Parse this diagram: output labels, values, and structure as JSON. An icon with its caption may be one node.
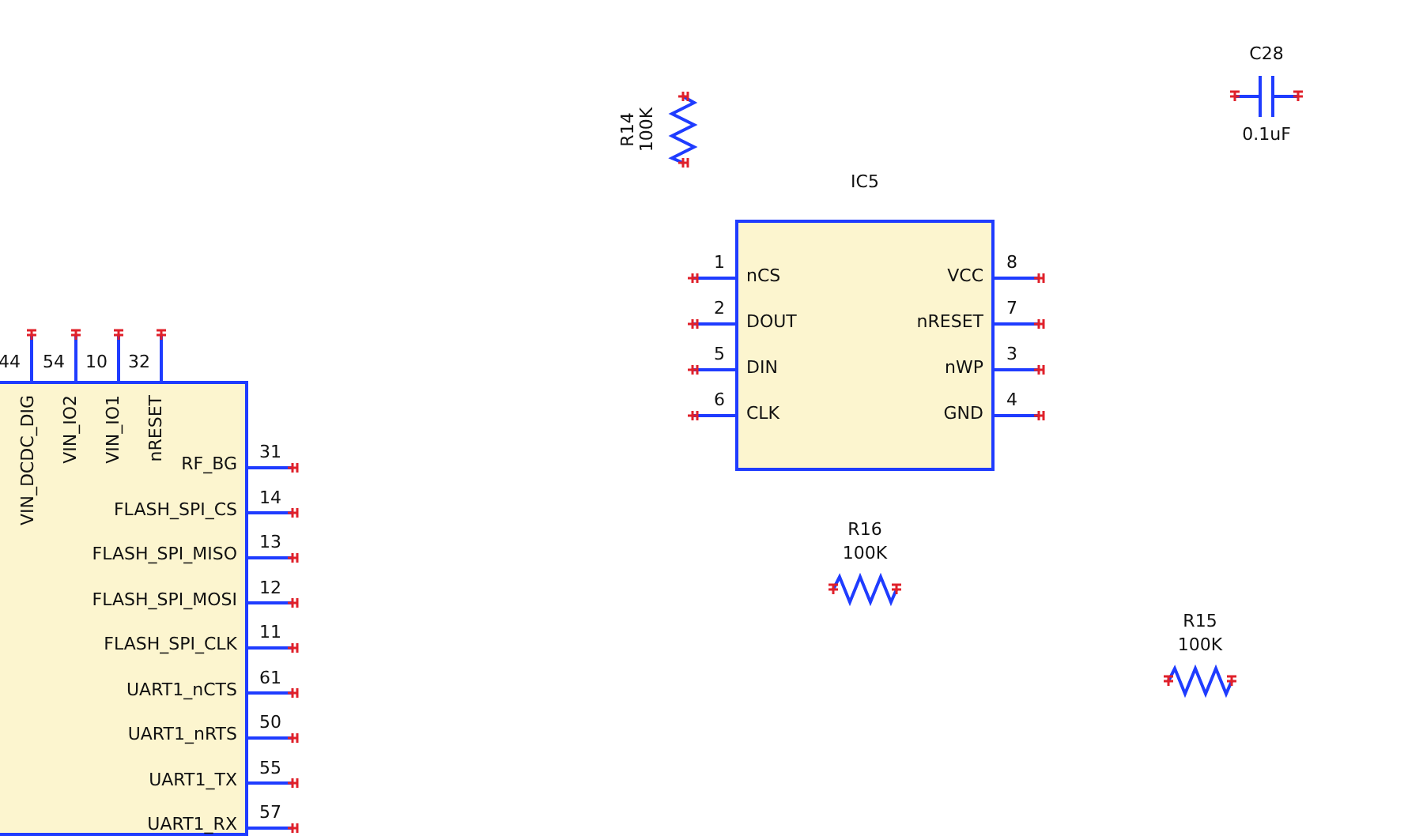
{
  "diagram": {
    "nodes": [
      {
        "text": [
          "VIN_DCDC_DIG",
          "VIN_IO2",
          "VIN_IO1",
          "nRESET",
          "RF_BG",
          "FLASH_SPI_CS",
          "FLASH_SPI_MISO",
          "FLASH_SPI_MOSI",
          "FLASH_SPI_CLK",
          "UART1_nCTS",
          "UART1_nRTS",
          "UART1_TX",
          "UART1_RX"
        ]
      },
      {
        "text": [
          "nCS",
          "DOUT",
          "DIN",
          "CLK",
          "VCC",
          "nRESET",
          "nWP",
          "GND"
        ],
        "beside": [
          "IC5"
        ]
      },
      {
        "text": [],
        "shape": "resistor",
        "beside": [
          "R14",
          "100K"
        ]
      },
      {
        "text": [],
        "shape": "capacitor",
        "beside": [
          "C28",
          "0.1uF"
        ]
      },
      {
        "text": [],
        "shape": "resistor",
        "beside": [
          "R16",
          "100K"
        ]
      },
      {
        "text": [],
        "shape": "resistor",
        "beside": [
          "R15",
          "100K"
        ]
      }
    ],
    "labels": [
      "44",
      "54",
      "10",
      "32",
      "31",
      "14",
      "13",
      "12",
      "11",
      "61",
      "50",
      "55",
      "57",
      "1",
      "2",
      "5",
      "6",
      "8",
      "7",
      "3",
      "4"
    ]
  }
}
